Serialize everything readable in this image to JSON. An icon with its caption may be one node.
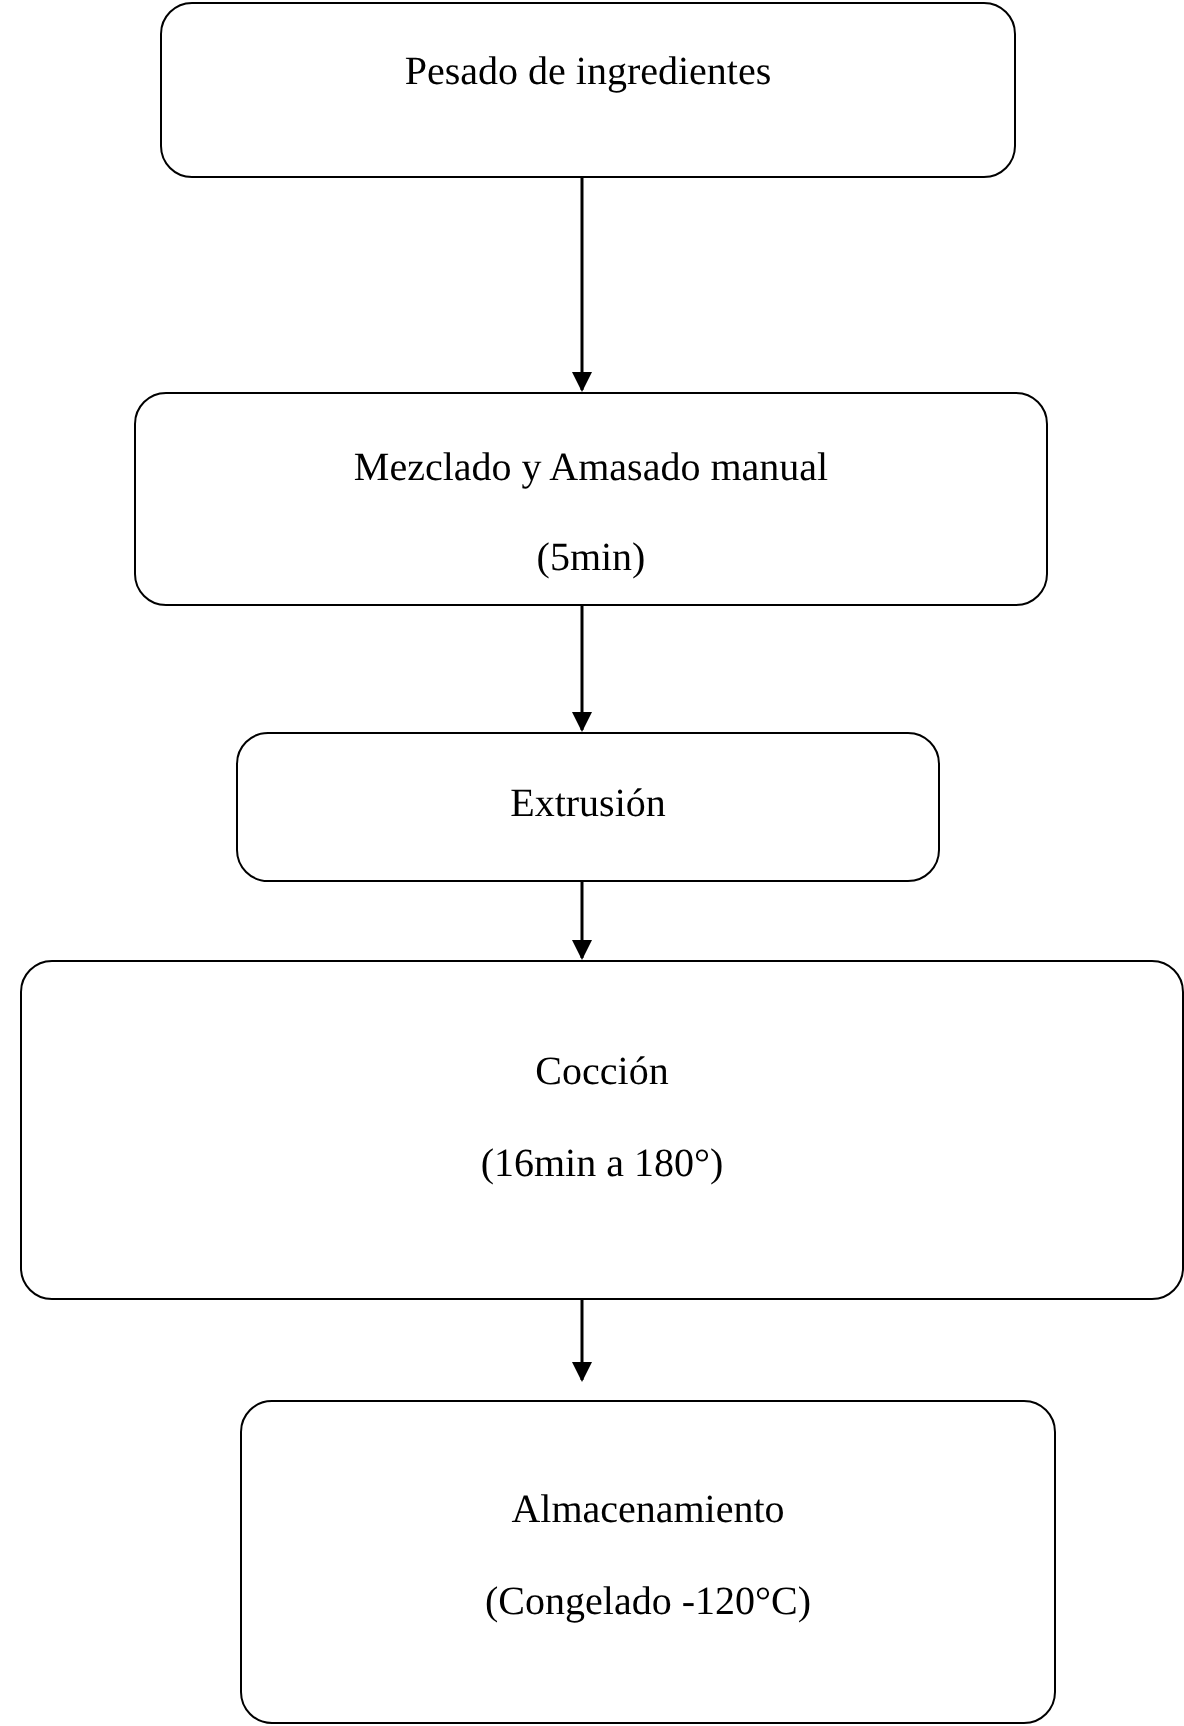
{
  "diagram": {
    "nodes": [
      {
        "text": [
          "Pesado de ingredientes"
        ]
      },
      {
        "text": [
          "Mezclado y Amasado manual",
          "(5min)"
        ]
      },
      {
        "text": [
          "Extrusión"
        ]
      },
      {
        "text": [
          "Cocción",
          "(16min a 180°)"
        ]
      },
      {
        "text": [
          "Almacenamiento",
          "(Congelado -120°C)"
        ]
      }
    ],
    "edges": [
      {
        "from": 0,
        "to": 1,
        "arrow": "to"
      },
      {
        "from": 1,
        "to": 2,
        "arrow": "to"
      },
      {
        "from": 2,
        "to": 3,
        "arrow": "to"
      },
      {
        "from": 3,
        "to": 4,
        "arrow": "to"
      }
    ]
  }
}
